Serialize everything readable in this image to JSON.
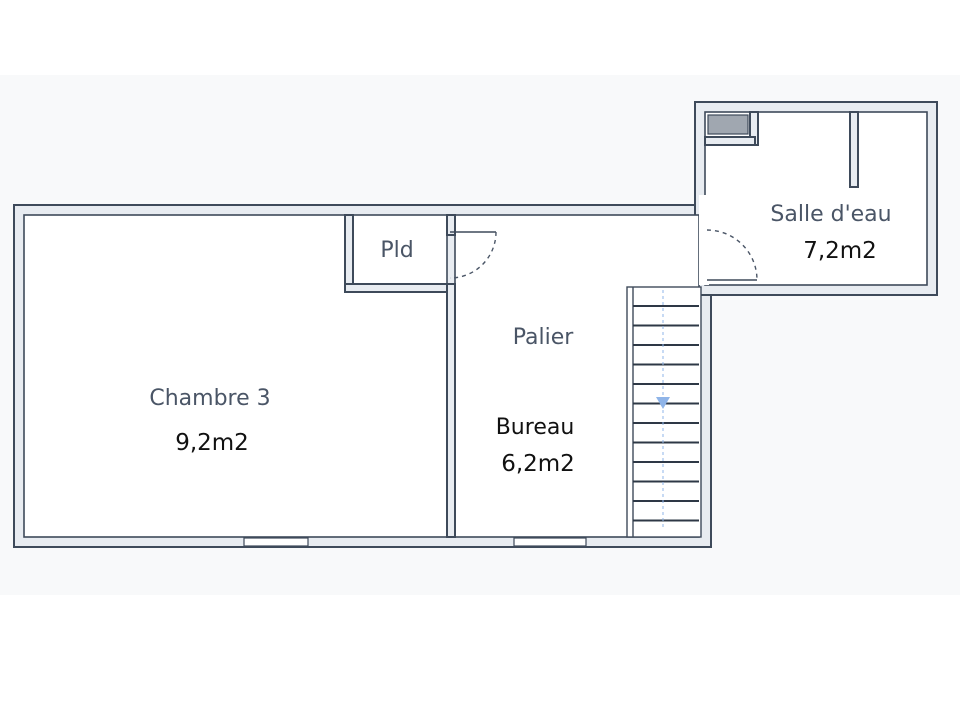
{
  "rooms": {
    "chambre3": {
      "name": "Chambre 3",
      "area": "9,2m2"
    },
    "pld": {
      "name": "Pld"
    },
    "palier": {
      "name": "Palier"
    },
    "bureau": {
      "name": "Bureau",
      "area": "6,2m2"
    },
    "salle_eau": {
      "name": "Salle d'eau",
      "area": "7,2m2"
    }
  },
  "colors": {
    "wall_stroke": "#3e4a5a",
    "wall_fill": "#e8ecf1",
    "stair_arrow": "#8fb4e8",
    "text_muted": "#4a5566",
    "text_dark": "#111111"
  },
  "icons": {
    "stair_direction": "arrow-down-icon",
    "fixture": "washing-machine-icon"
  }
}
